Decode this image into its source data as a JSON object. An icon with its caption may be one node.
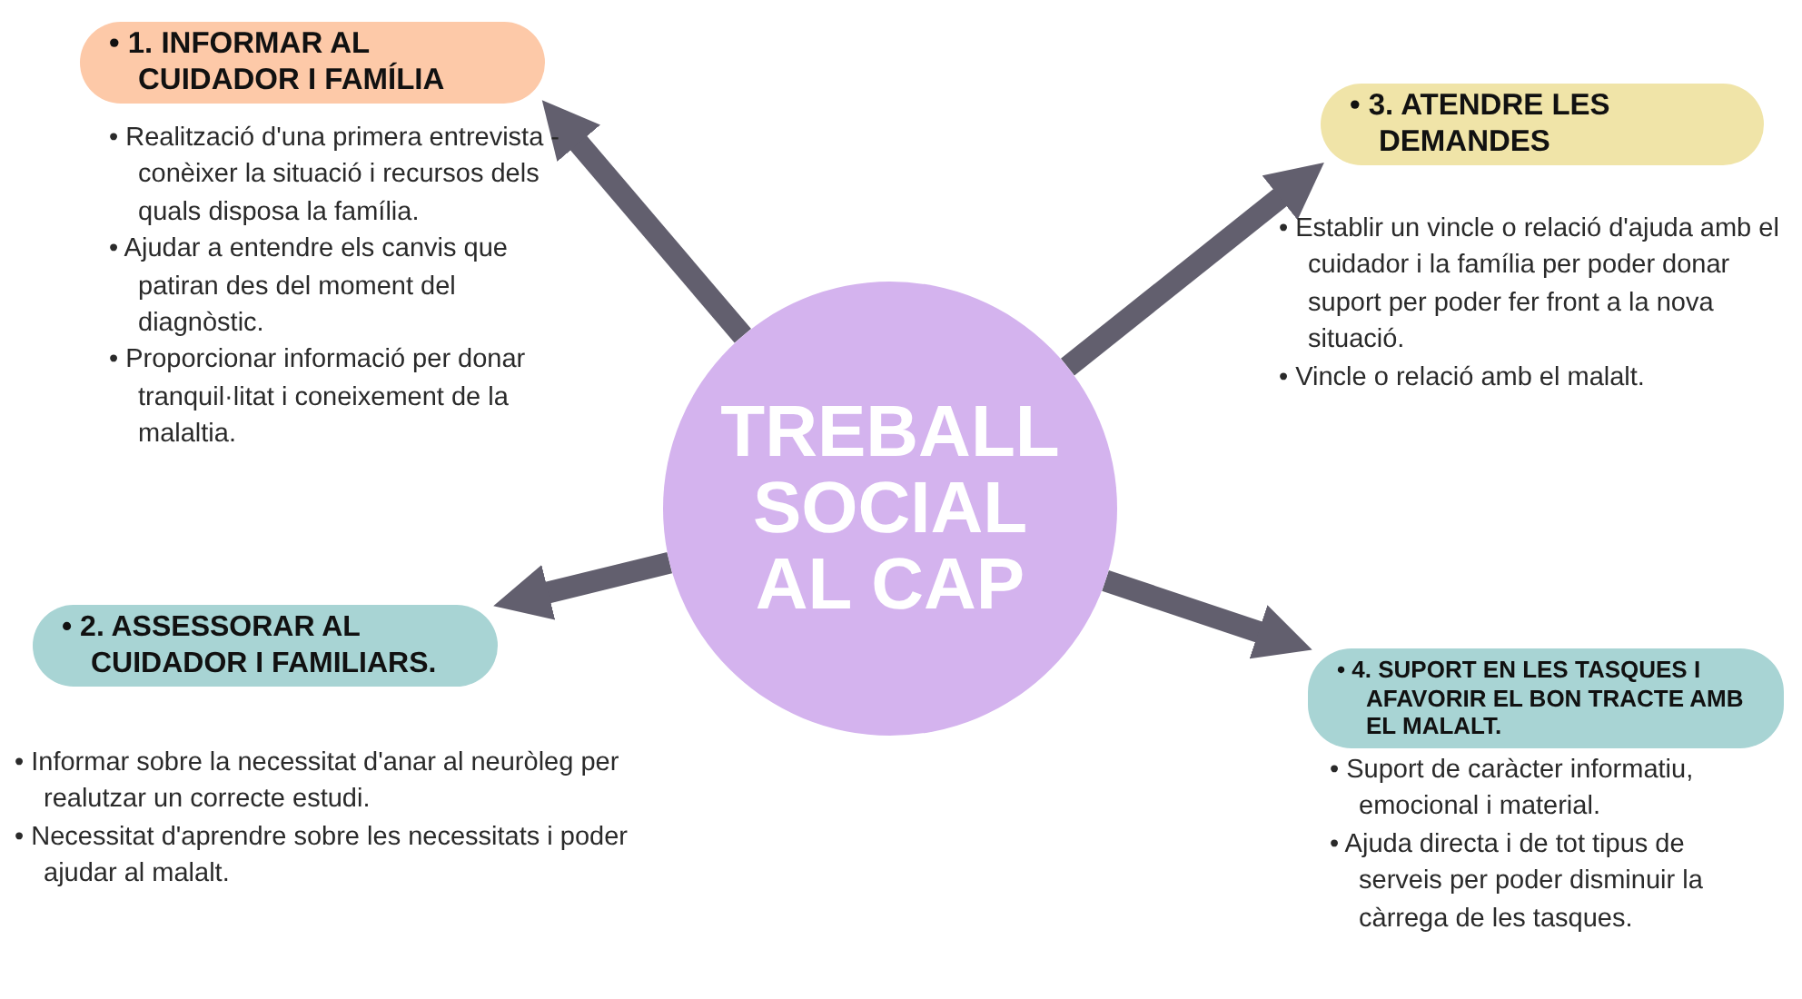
{
  "diagram": {
    "nodes": [
      {
        "text": [
          "• 1. INFORMAR AL CUIDADOR I FAMÍLIA"
        ],
        "beside": [
          "• Realització d'una primera entrevista - conèixer la situació i recursos dels quals disposa la família.",
          "• Ajudar a entendre els canvis que patiran des del moment del diagnòstic.",
          "• Proporcionar informació per donar tranquil·litat i coneixement de la malaltia."
        ]
      },
      {
        "text": [
          "• 3. ATENDRE LES DEMANDES"
        ],
        "beside": [
          "• Establir un vincle o relació d'ajuda amb el cuidador i la família per poder donar suport per poder fer front a la nova situació.",
          "• Vincle o relació amb el malalt."
        ]
      },
      {
        "text": [
          "TREBALL SOCIAL AL CAP"
        ]
      },
      {
        "text": [
          "• 2. ASSESSORAR AL CUIDADOR I FAMILIARS."
        ],
        "beside": [
          "• Informar sobre la necessitat d'anar al neuròleg per realutzar un correcte estudi.",
          "• Necessitat d'aprendre sobre les necessitats i poder ajudar al malalt."
        ]
      },
      {
        "text": [
          "• 4. SUPORT EN LES TASQUES I AFAVORIR EL BON TRACTE AMB EL MALALT."
        ],
        "beside": [
          "• Suport de caràcter informatiu, emocional i material.",
          "• Ajuda directa i de tot tipus de serveis per poder disminuir la càrrega de les tasques."
        ]
      }
    ],
    "edges": [
      {
        "from": 2,
        "to": 0,
        "arrow": "to"
      },
      {
        "from": 2,
        "to": 1,
        "arrow": "to"
      },
      {
        "from": 2,
        "to": 3,
        "arrow": "to"
      },
      {
        "from": 2,
        "to": 4,
        "arrow": "to"
      }
    ]
  }
}
